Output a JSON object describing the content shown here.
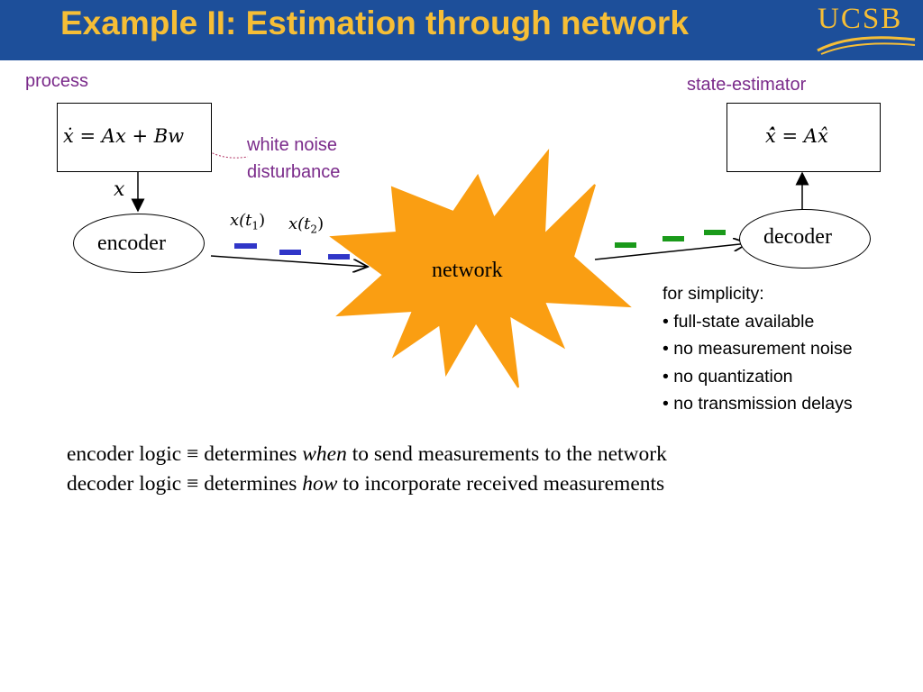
{
  "slide": {
    "title": "Example II: Estimation through network",
    "logo": "UCSB",
    "colors": {
      "header_bg": "#1d4f9a",
      "title": "#f6be36",
      "label_purple": "#7a2a8a",
      "network_burst": "#fa9e12",
      "packet_blue": "#3036c8",
      "packet_green": "#1a9a1a"
    }
  },
  "diagram": {
    "process_label": "process",
    "process_equation": "ẋ = Ax + Bw",
    "noise_label_line1": "white noise",
    "noise_label_line2": "disturbance",
    "signal_x": "x",
    "encoder_label": "encoder",
    "packet1_label": "x(t",
    "packet1_sub": "1",
    "packet2_label": "x(t",
    "packet2_sub": "2",
    "paren_close": ")",
    "network_label": "network",
    "decoder_label": "decoder",
    "estimator_label": "state-estimator",
    "estimator_equation": "x̂̇ = Ax̂"
  },
  "simplicity": {
    "heading": "for simplicity:",
    "items": [
      "• full-state available",
      "• no measurement noise",
      "• no quantization",
      "• no transmission delays"
    ]
  },
  "logic": {
    "encoder_pre": "encoder logic ≡ determines ",
    "encoder_em": "when",
    "encoder_post": " to send measurements to the network",
    "decoder_pre": "decoder logic ≡ determines ",
    "decoder_em": "how",
    "decoder_post": " to incorporate received measurements"
  }
}
